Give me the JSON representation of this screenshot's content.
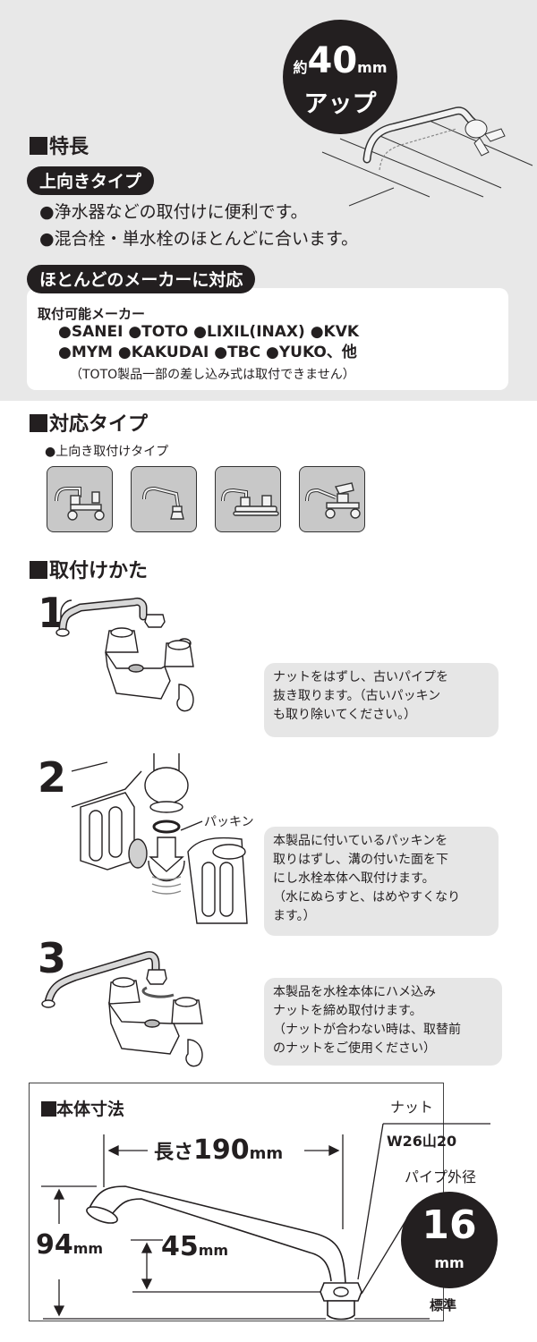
{
  "hero": {
    "badge_prefix": "約",
    "badge_value": "40",
    "badge_unit": "mm",
    "badge_label": "アップ"
  },
  "features": {
    "title": "特長",
    "pill_upward": "上向きタイプ",
    "items": [
      "●浄水器などの取付けに便利です。",
      "●混合栓・単水栓のほとんどに合います。"
    ],
    "pill_makers": "ほとんどのメーカーに対応",
    "makers_title": "取付可能メーカー",
    "makers_line1": "●SANEI ●TOTO ●LIXIL(INAX) ●KVK",
    "makers_line2": "●MYM ●KAKUDAI ●TBC ●YUKO、他",
    "makers_note": "（TOTO製品一部の差し込み式は取付できません）"
  },
  "compatible": {
    "title": "対応タイプ",
    "subtitle": "●上向き取付けタイプ",
    "tiles": [
      {
        "icon": "two-handle-wall-faucet-icon"
      },
      {
        "icon": "single-wall-faucet-icon"
      },
      {
        "icon": "deck-mount-two-handle-faucet-icon"
      },
      {
        "icon": "single-lever-wall-faucet-icon"
      }
    ]
  },
  "install": {
    "title": "取付けかた",
    "steps": [
      {
        "number": "1",
        "lines": [
          "ナットをはずし、古いパイプを",
          "抜き取ります。（古いパッキン",
          "も取り除いてください。）"
        ]
      },
      {
        "number": "2",
        "callout": "パッキン",
        "lines": [
          "本製品に付いているパッキンを",
          "取りはずし、溝の付いた面を下",
          "にし水栓本体へ取付けます。",
          "（水にぬらすと、はめやすくなり",
          "ます。）"
        ]
      },
      {
        "number": "3",
        "lines": [
          "本製品を水栓本体にハメ込み",
          "ナットを締め取付けます。",
          "（ナットが合わない時は、取替前",
          "のナットをご使用ください）"
        ]
      }
    ]
  },
  "dimensions": {
    "title": "本体寸法",
    "length_label": "長さ",
    "length_value": "190",
    "height_total": "94",
    "height_inner": "45",
    "unit": "mm",
    "nut_label": "ナット",
    "nut_spec": "W26山20",
    "pipe_label": "パイプ外径",
    "pipe_value": "16",
    "pipe_unit": "mm",
    "standard_label": "標準"
  }
}
